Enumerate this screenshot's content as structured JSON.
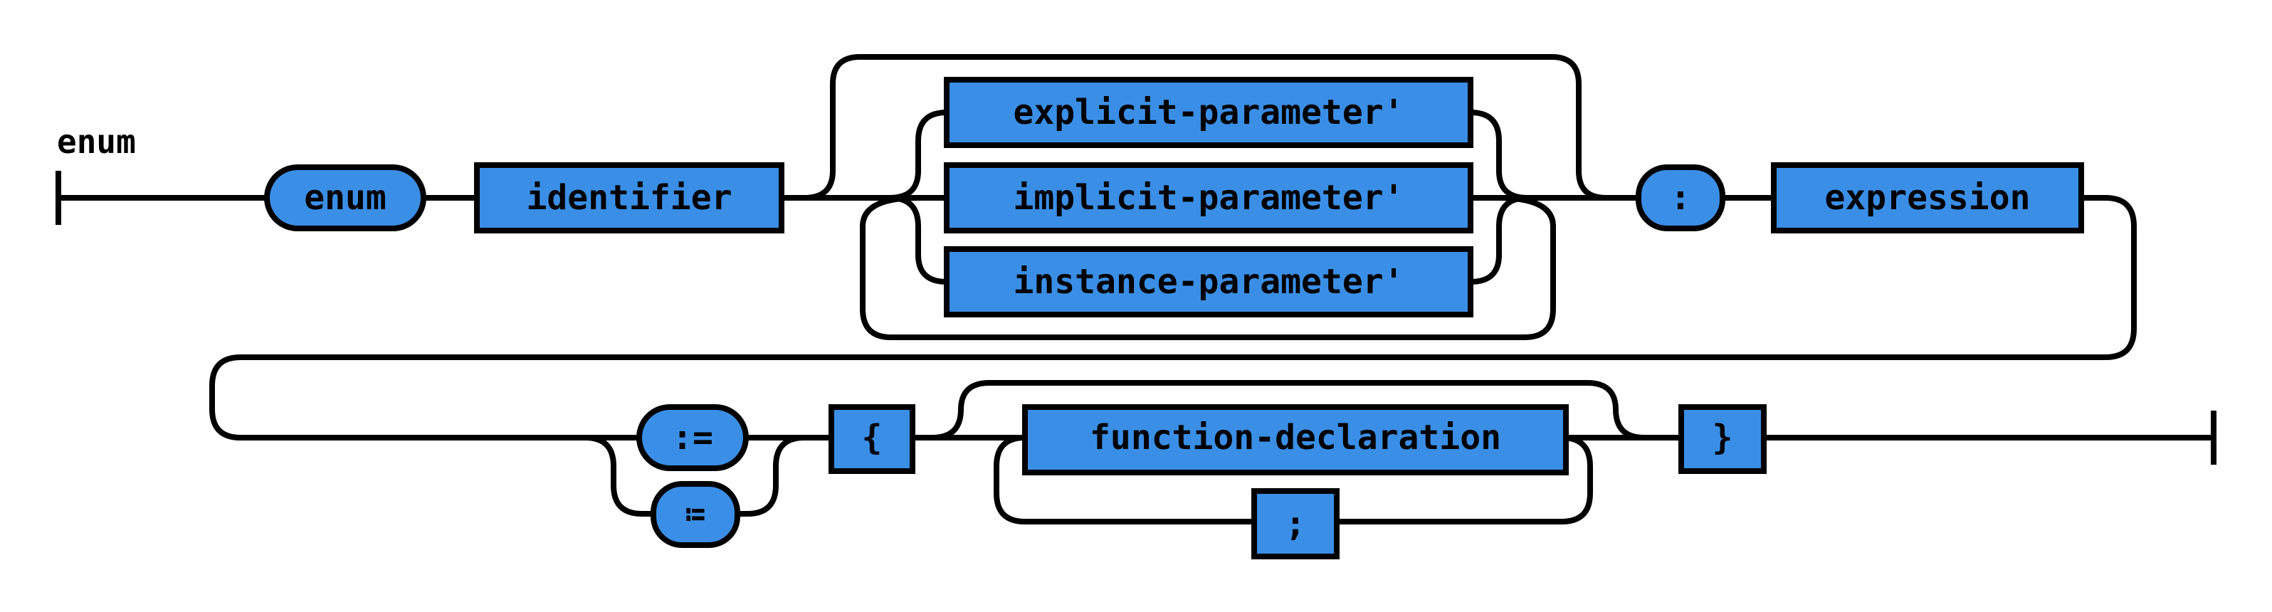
{
  "title": "enum",
  "colors": {
    "box_fill": "#3a8ee6",
    "stroke": "#000000",
    "background": "#ffffff"
  },
  "nodes": {
    "enum_kw": "enum",
    "identifier": "identifier",
    "explicit_parameter": "explicit-parameter'",
    "implicit_parameter": "implicit-parameter'",
    "instance_parameter": "instance-parameter'",
    "colon": ":",
    "expression": "expression",
    "assign_colon_eq": ":=",
    "assign_unicode": "≔",
    "lbrace": "{",
    "function_declaration": "function-declaration",
    "semicolon": ";",
    "rbrace": "}"
  }
}
